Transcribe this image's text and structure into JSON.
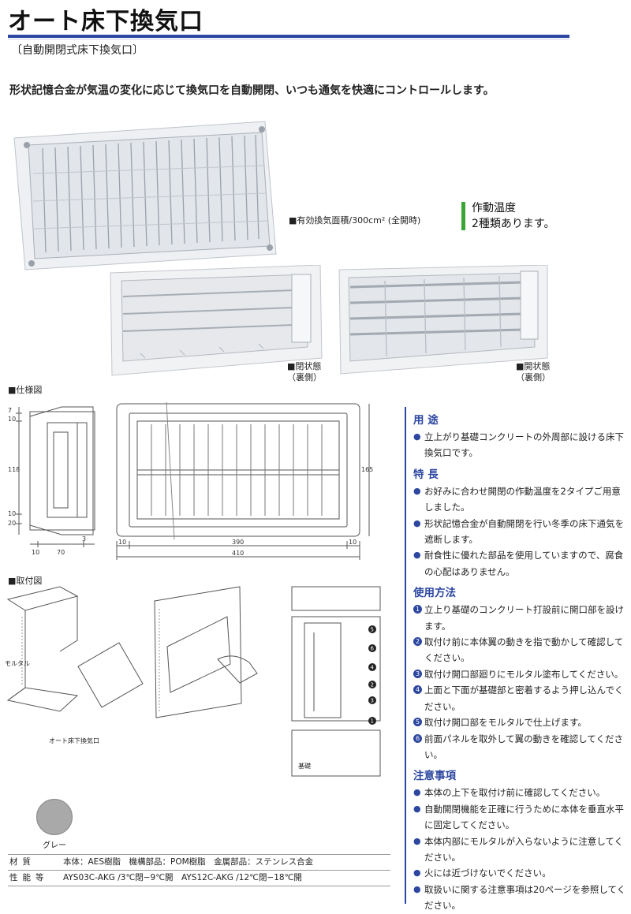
{
  "header": {
    "title": "オート床下換気口",
    "subtitle": "〔自動開閉式床下換気口〕",
    "lead": "形状記憶合金が気温の変化に応じて換気口を自動開閉、いつも通気を快適にコントロールします。"
  },
  "photos": {
    "caption_area": "■有効換気面積/300cm² (全開時)",
    "temp_line1": "作動温度",
    "temp_line2": "2種類あります。",
    "closed_line1": "■閉状態",
    "closed_line2": "（裏側）",
    "open_line1": "■開状態",
    "open_line2": "（裏側）"
  },
  "drawing": {
    "label": "■仕様図",
    "dims": {
      "d7": "7",
      "d10a": "10",
      "d118": "118",
      "d10b": "10",
      "d20": "20",
      "d10c": "10",
      "d70": "70",
      "d3": "3",
      "d10d": "10",
      "d390": "390",
      "d10e": "10",
      "d410": "410",
      "d165": "165"
    }
  },
  "install": {
    "label": "■取付図",
    "mortar": "モルタル",
    "product": "オート床下換気口",
    "foundation": "基礎",
    "n1": "1",
    "n2": "2",
    "n3": "3",
    "n4": "4",
    "n5": "5",
    "n6": "6"
  },
  "color": {
    "name": "グレー",
    "hex": "#a9a9a9"
  },
  "spec": {
    "rows": [
      {
        "key": "材質",
        "value": "本体：AES樹脂　機構部品：POM樹脂　金属部品：ステンレス合金"
      },
      {
        "key": "性能等",
        "value": "AYS03C-AKG /3℃閉−9℃開　AYS12C-AKG /12℃閉−18℃開"
      }
    ]
  },
  "info": {
    "use_title": "用 途",
    "use_items": [
      "立上がり基礎コンクリートの外周部に設ける床下換気口です。"
    ],
    "feature_title": "特 長",
    "feature_items": [
      "お好みに合わせ開閉の作動温度を2タイプご用意しました。",
      "形状記憶合金が自動開閉を行い冬季の床下通気を遮断します。",
      "耐食性に優れた部品を使用していますので、腐食の心配はありません。"
    ],
    "howto_title": "使用方法",
    "howto_items": [
      "立上り基礎のコンクリート打設前に開口部を設けます。",
      "取付け前に本体翼の動きを指で動かして確認してください。",
      "取付け開口部廻りにモルタル塗布してください。",
      "上面と下面が基礎部と密着するよう押し込んでください。",
      "取付け開口部をモルタルで仕上げます。",
      "前面パネルを取外して翼の動きを確認してください。"
    ],
    "caution_title": "注意事項",
    "caution_items": [
      "本体の上下を取付け前に確認してください。",
      "自動開閉機能を正確に行うために本体を垂直水平に固定してください。",
      "本体内部にモルタルが入らないように注意してください。",
      "火には近づけないでください。",
      "取扱いに関する注意事項は20ページを参照してください。"
    ]
  },
  "colors": {
    "accent": "#2d47a1",
    "green": "#3aa535"
  }
}
